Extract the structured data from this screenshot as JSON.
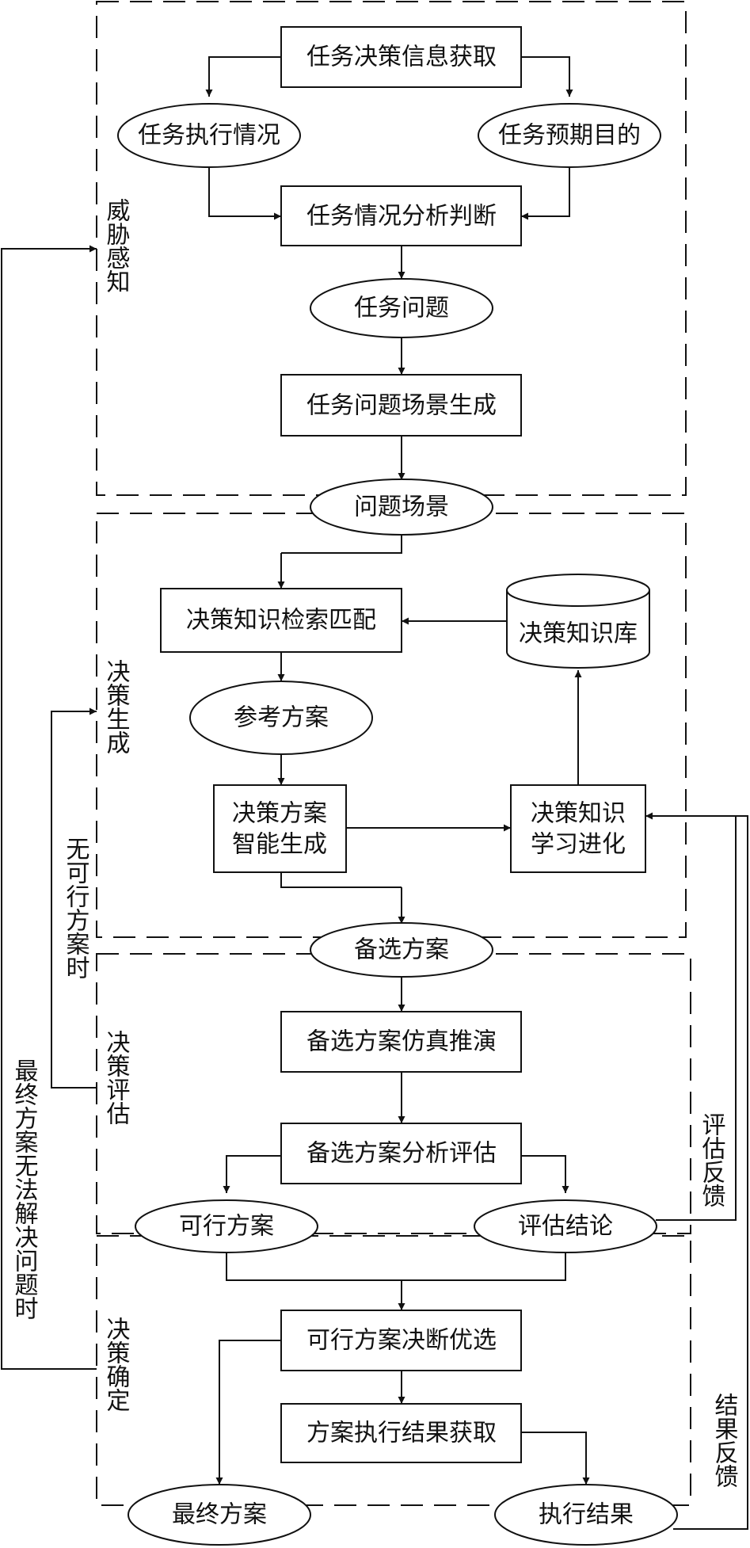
{
  "nodes": {
    "task_info": "任务决策信息获取",
    "exec_status": "任务执行情况",
    "expected_goal": "任务预期目的",
    "situation_analysis": "任务情况分析判断",
    "task_problem": "任务问题",
    "scene_gen": "任务问题场景生成",
    "problem_scene": "问题场景",
    "knowledge_match": "决策知识检索匹配",
    "knowledge_base": "决策知识库",
    "reference_plan": "参考方案",
    "plan_gen_line1": "决策方案",
    "plan_gen_line2": "智能生成",
    "learn_line1": "决策知识",
    "learn_line2": "学习进化",
    "candidate": "备选方案",
    "simulation": "备选方案仿真推演",
    "analysis_eval": "备选方案分析评估",
    "feasible": "可行方案",
    "eval_conclusion": "评估结论",
    "decision_select": "可行方案决断优选",
    "exec_result_get": "方案执行结果获取",
    "final_plan": "最终方案",
    "exec_result": "执行结果"
  },
  "stage_labels": {
    "threat_perception": "威胁感知",
    "decision_generation": "决策生成",
    "decision_evaluation": "决策评估",
    "decision_confirmation": "决策确定"
  },
  "edge_labels": {
    "no_feasible_plan": "无可行方案时",
    "final_unsolved": "最终方案无法解决问题时",
    "eval_feedback": "评估反馈",
    "result_feedback": "结果反馈"
  }
}
